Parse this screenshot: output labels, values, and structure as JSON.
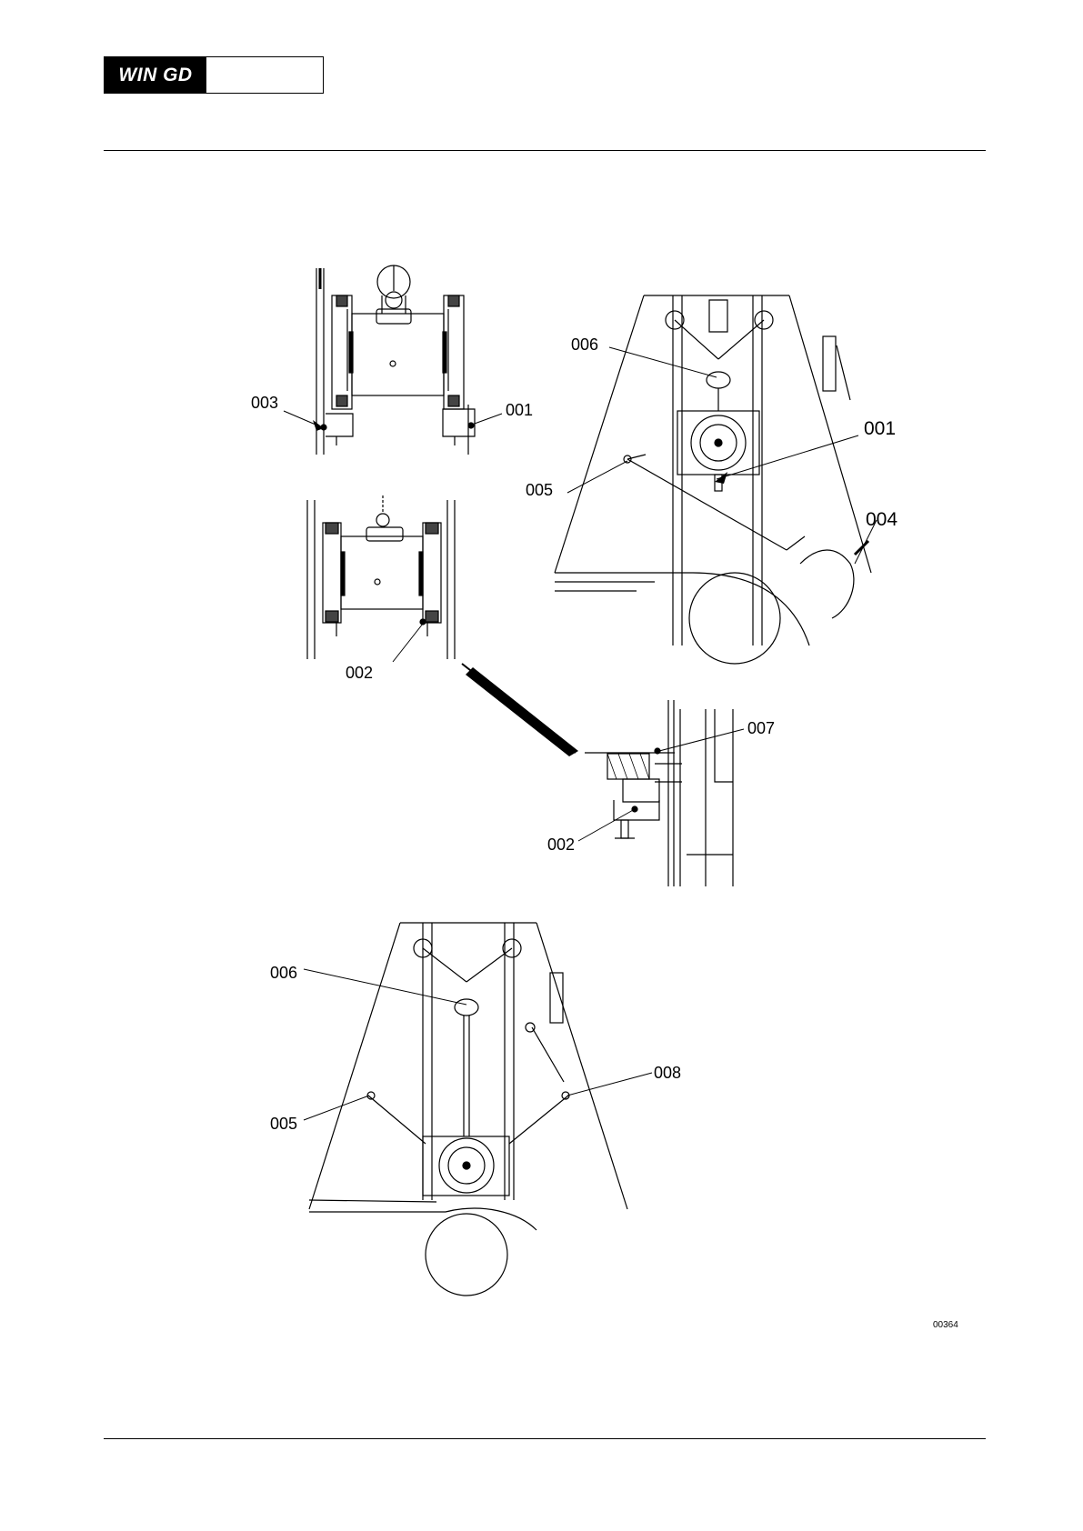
{
  "header": {
    "logo_text": "WIN GD"
  },
  "figure": {
    "number": "00364",
    "labels": {
      "a_003": "003",
      "a_001": "001",
      "b_002": "002",
      "c_006": "006",
      "c_005": "005",
      "c_001": "001",
      "c_004": "004",
      "d_007": "007",
      "d_002": "002",
      "e_006": "006",
      "e_005": "005",
      "e_008": "008"
    }
  }
}
